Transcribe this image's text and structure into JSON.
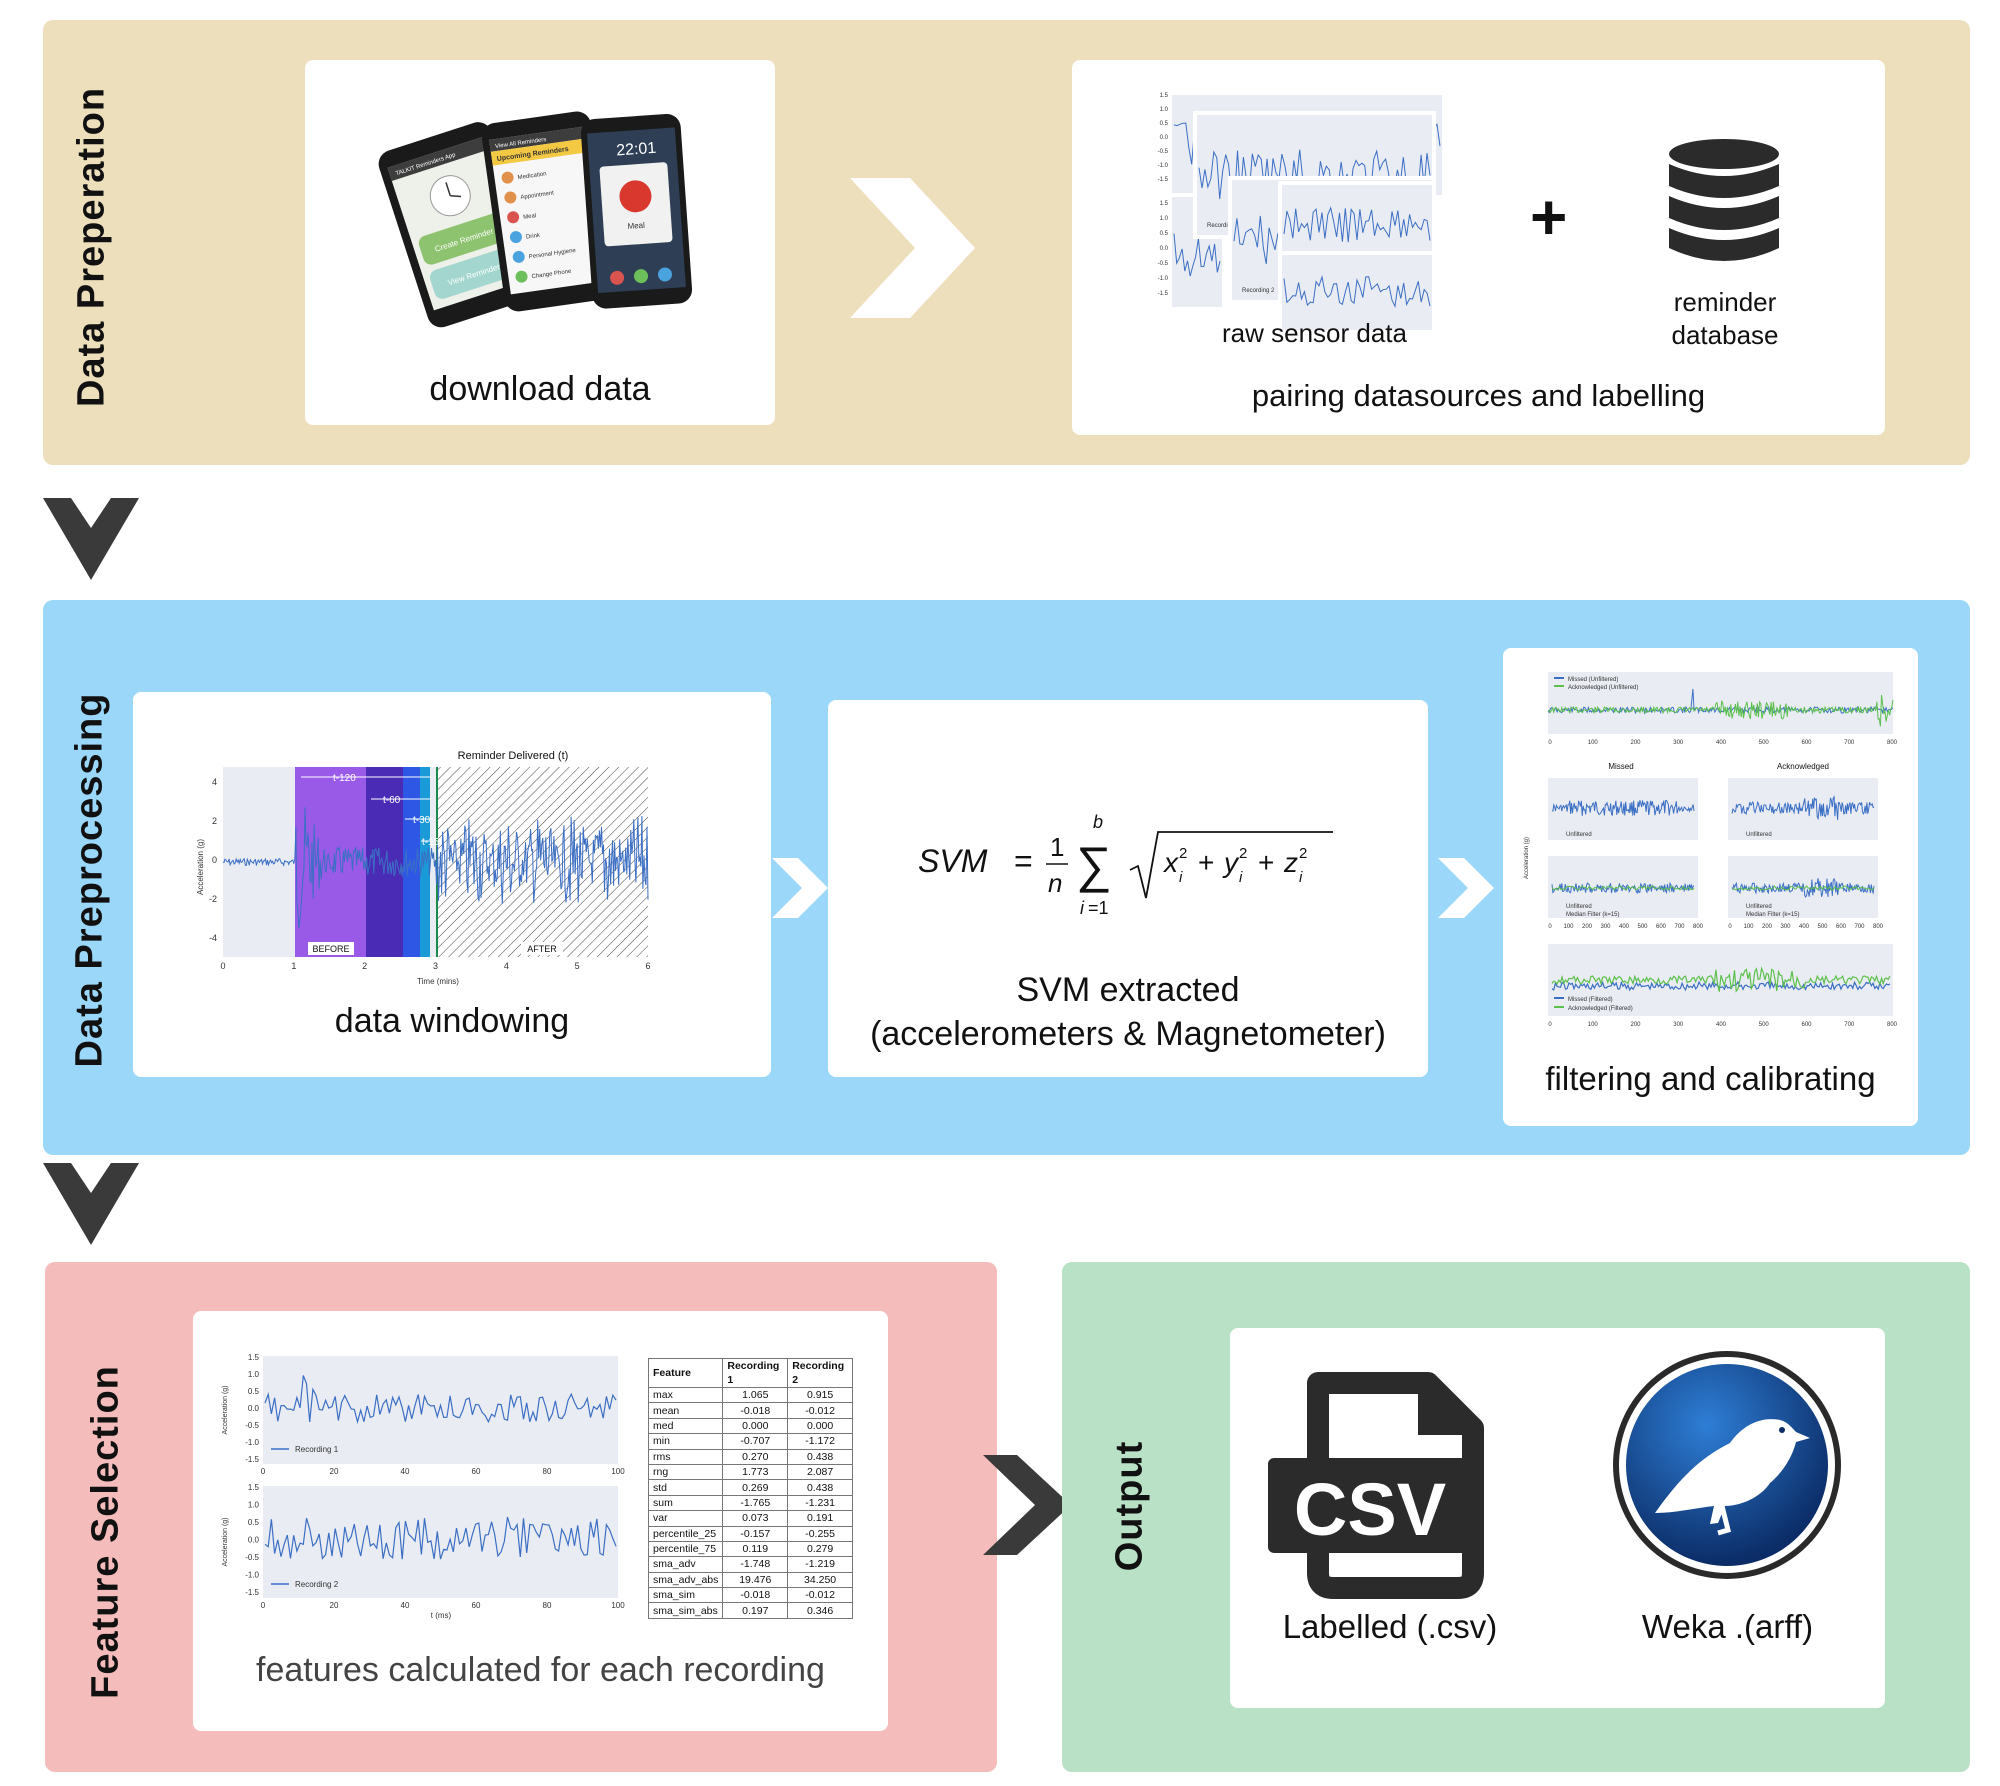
{
  "colors": {
    "prep_band": "#eedfbc",
    "preproc_band": "#9ad7f8",
    "feature_band": "#f5bcbc",
    "output_band": "#b8e1c5",
    "chevron": "#3a3a3a",
    "plot_line": "#3b6fc4",
    "plot_green": "#5cc04c"
  },
  "stages": {
    "preparation": {
      "label": "Data Preperation",
      "download_caption": "download data",
      "raw_sensor_caption": "raw sensor data",
      "database_caption_line1": "reminder",
      "database_caption_line2": "database",
      "pairing_caption": "pairing datasources and labelling",
      "plus": "+",
      "phones": [
        {
          "title": "TALKIT Reminders App",
          "btn1": "Create Reminder",
          "btn2": "View Reminders"
        },
        {
          "title": "View All Reminders",
          "header": "Upcoming Reminders",
          "items": [
            "Medication",
            "Appointment",
            "Meal",
            "Drink",
            "Personal Hygiene",
            "Change Phone"
          ]
        },
        {
          "time": "22:01",
          "title": "Meal"
        }
      ],
      "mini_plot_labels": [
        "Recording 1",
        "Recording 2"
      ],
      "mini_ticks": [
        "1.5",
        "1.0",
        "0.5",
        "0.0",
        "-0.5",
        "-1.0",
        "-1.5"
      ]
    },
    "preprocessing": {
      "label": "Data Preprocessing",
      "windowing_caption": "data windowing",
      "svm_caption_line1": "SVM extracted",
      "svm_caption_line2": "(accelerometers & Magnetometer)",
      "filter_caption": "filtering and calibrating",
      "windowing_plot": {
        "title": "Reminder Delivered (t)",
        "xlabel": "Time (mins)",
        "ylabel": "Acceleration (g)",
        "before": "BEFORE",
        "after": "AFTER",
        "windows": [
          "t-120",
          "t-60",
          "t-30",
          "t-15"
        ],
        "xticks": [
          "0",
          "1",
          "2",
          "3",
          "4",
          "5",
          "6"
        ],
        "yticks": [
          "4",
          "2",
          "0",
          "-2",
          "-4"
        ]
      },
      "filter_plots": {
        "legend_missed_unfiltered": "Missed  (Unfiltered)",
        "legend_ack_unfiltered": "Acknowledged (Unfiltered)",
        "missed": "Missed",
        "acknowledged": "Acknowledged",
        "unfiltered": "Unfiltered",
        "median": "Median Filter (k=15)",
        "legend_missed_filtered": "Missed (Filtered)",
        "legend_ack_filtered": "Acknowledged (Filtered)",
        "ylabel": "Acceleration (g)",
        "xticks": [
          "0",
          "100",
          "200",
          "300",
          "400",
          "500",
          "600",
          "700",
          "800"
        ]
      }
    },
    "feature": {
      "label": "Feature Selection",
      "caption": "features calculated for each recording",
      "plot": {
        "series1": "Recording 1",
        "series2": "Recording 2",
        "ylabel": "Acceleration (g)",
        "xlabel": "t (ms)",
        "xticks": [
          "0",
          "20",
          "40",
          "60",
          "80",
          "100"
        ],
        "yticks": [
          "1.5",
          "1.0",
          "0.5",
          "0.0",
          "-0.5",
          "-1.0",
          "-1.5"
        ]
      },
      "table": {
        "headers": [
          "Feature",
          "Recording 1",
          "Recording 2"
        ],
        "rows": [
          [
            "max",
            "1.065",
            "0.915"
          ],
          [
            "mean",
            "-0.018",
            "-0.012"
          ],
          [
            "med",
            "0.000",
            "0.000"
          ],
          [
            "min",
            "-0.707",
            "-1.172"
          ],
          [
            "rms",
            "0.270",
            "0.438"
          ],
          [
            "rng",
            "1.773",
            "2.087"
          ],
          [
            "std",
            "0.269",
            "0.438"
          ],
          [
            "sum",
            "-1.765",
            "-1.231"
          ],
          [
            "var",
            "0.073",
            "0.191"
          ],
          [
            "percentile_25",
            "-0.157",
            "-0.255"
          ],
          [
            "percentile_75",
            "0.119",
            "0.279"
          ],
          [
            "sma_adv",
            "-1.748",
            "-1.219"
          ],
          [
            "sma_adv_abs",
            "19.476",
            "34.250"
          ],
          [
            "sma_sim",
            "-0.018",
            "-0.012"
          ],
          [
            "sma_sim_abs",
            "0.197",
            "0.346"
          ]
        ]
      }
    },
    "output": {
      "label": "Output",
      "csv_icon_text": "CSV",
      "csv_caption": "Labelled (.csv)",
      "weka_caption": "Weka .(arff)"
    }
  }
}
